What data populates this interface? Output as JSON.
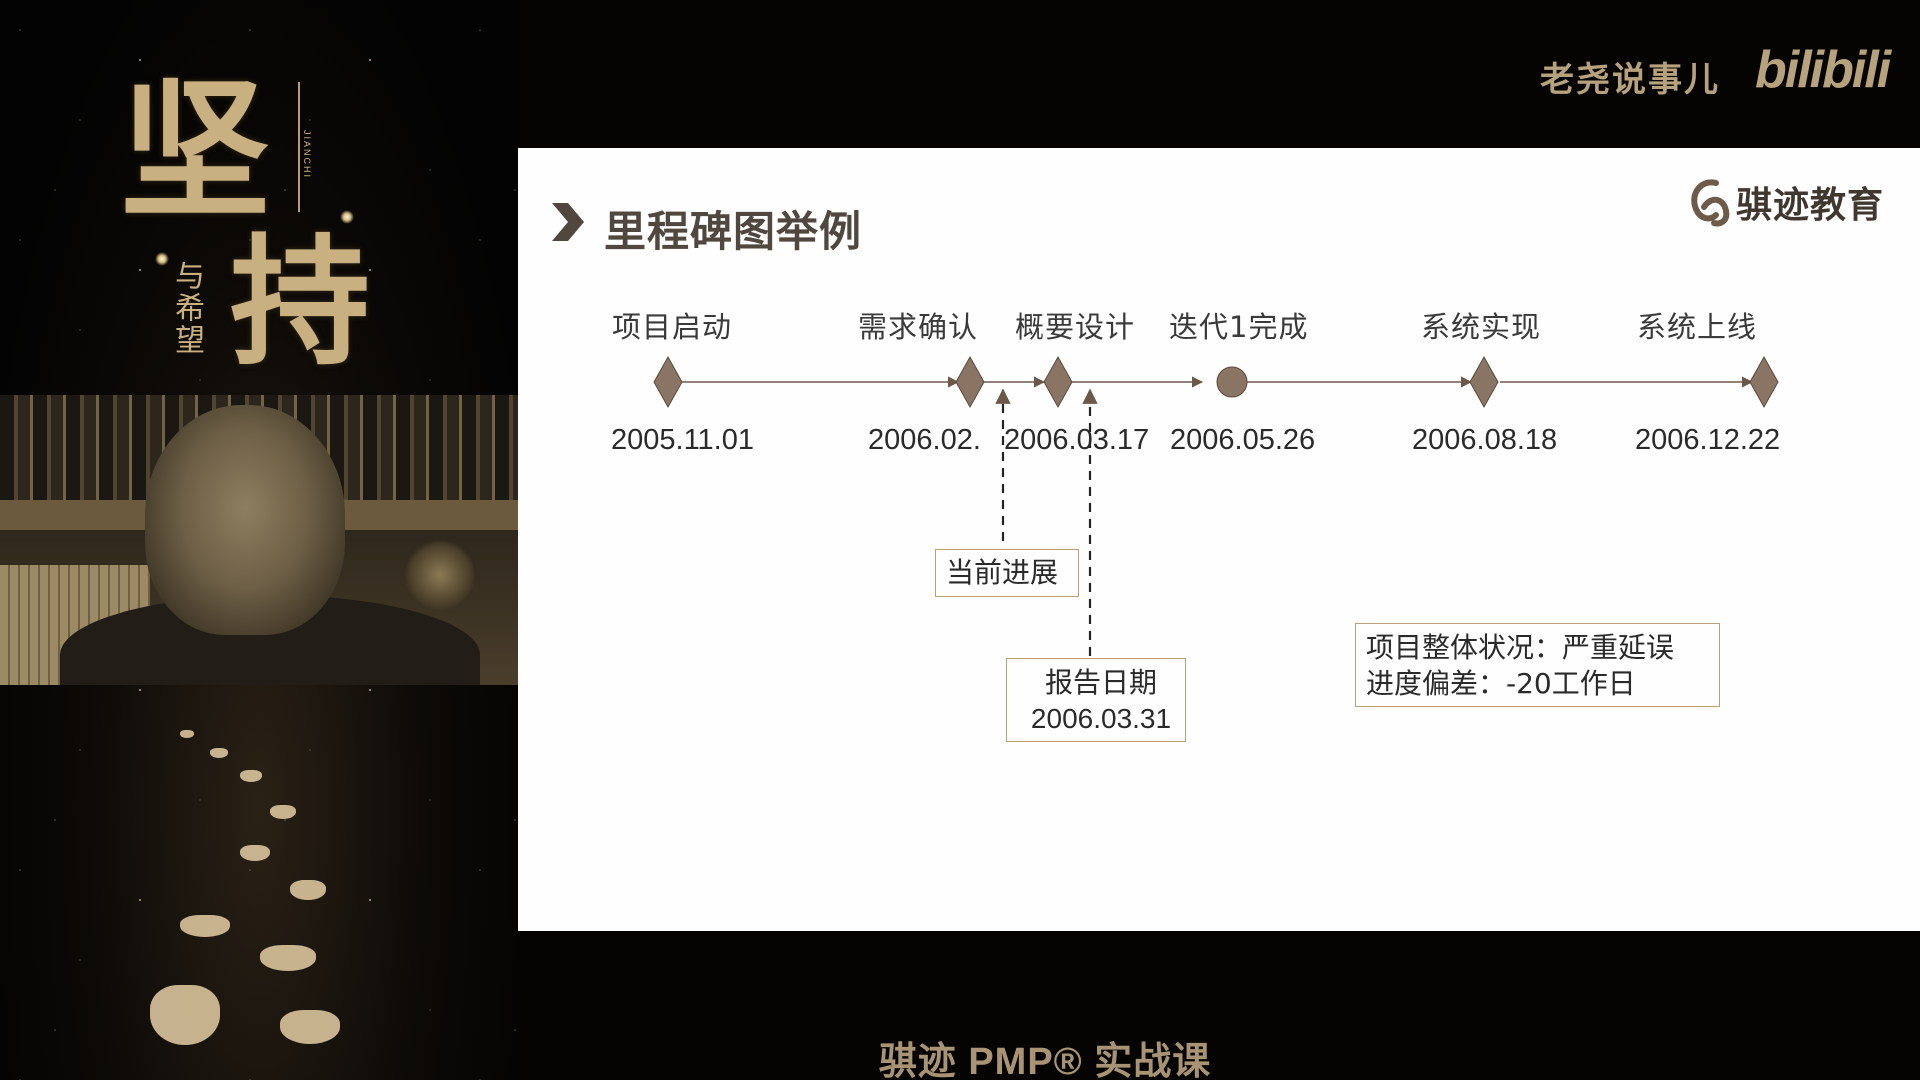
{
  "header": {
    "channel_name": "老尧说事儿",
    "platform_logo": "bilibili"
  },
  "poster": {
    "title_char_1": "坚",
    "title_char_2": "持",
    "subtitle": "与希望",
    "pinyin": "JIANCHI"
  },
  "slide": {
    "title": "里程碑图举例",
    "brand_name": "骐迹教育",
    "brand_icon": "ribbon-logo-icon",
    "title_icon": "chevron-right-icon",
    "milestones": [
      {
        "label": "项目启动",
        "date": "2005.11.01",
        "marker": "diamond"
      },
      {
        "label": "需求确认",
        "date": "2006.02.",
        "marker": "diamond"
      },
      {
        "label": "概要设计",
        "date": "2006.03.17",
        "marker": "diamond"
      },
      {
        "label": "迭代1完成",
        "date": "2006.05.26",
        "marker": "circle"
      },
      {
        "label": "系统实现",
        "date": "2006.08.18",
        "marker": "diamond"
      },
      {
        "label": "系统上线",
        "date": "2006.12.22",
        "marker": "diamond"
      }
    ],
    "current_progress": {
      "label": "当前进展"
    },
    "report_date": {
      "label": "报告日期",
      "date": "2006.03.31"
    },
    "status": {
      "line1": "项目整体状况：严重延误",
      "line2": "进度偏差：-20工作日"
    },
    "colors": {
      "marker": "#8a7565",
      "line": "#6b5848",
      "box_border": "#b8a07a"
    }
  },
  "footer": {
    "course_title": "骐迹 PMP® 实战课"
  }
}
